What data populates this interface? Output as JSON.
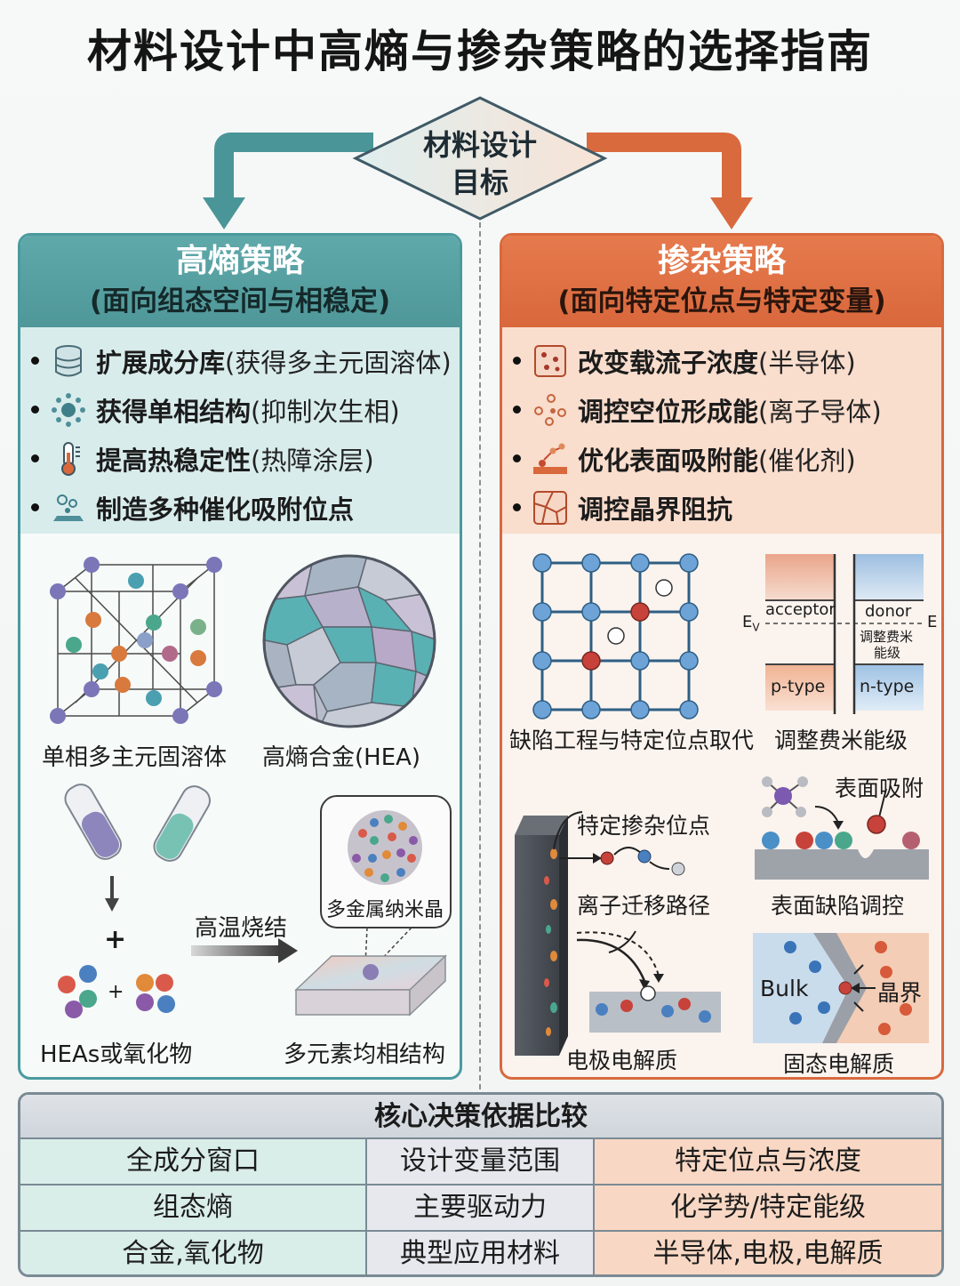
{
  "title": "材料设计中高熵与掺杂策略的选择指南",
  "goal": {
    "line1": "材料设计",
    "line2": "目标"
  },
  "colors": {
    "teal": "#4f9799",
    "orange": "#d9683c",
    "teal_light": "#d9ecec",
    "orange_light": "#f9ddcd"
  },
  "left": {
    "heading": "高熵策略",
    "subheading": "(面向组态空间与相稳定)",
    "bullets": [
      {
        "icon": "database-icon",
        "bold": "扩展成分库",
        "note": "(获得多主元固溶体)"
      },
      {
        "icon": "atom-cluster-icon",
        "bold": "获得单相结构",
        "note": "(抑制次生相)"
      },
      {
        "icon": "thermometer-icon",
        "bold": "提高热稳定性",
        "note": "(热障涂层)"
      },
      {
        "icon": "catalyst-icon",
        "bold": "制造多种催化吸附位点",
        "note": ""
      }
    ],
    "captions": {
      "solid_solution": "单相多主元固溶体",
      "hea": "高熵合金(HEA)",
      "nanocrystal": "多金属纳米晶",
      "sintering": "高温烧结",
      "plus": "+",
      "plus_small": "+",
      "heas_oxides": "HEAs或氧化物",
      "uniform_phase": "多元素均相结构"
    }
  },
  "right": {
    "heading": "掺杂策略",
    "subheading": "(面向特定位点与特定变量)",
    "bullets": [
      {
        "icon": "carrier-concentration-icon",
        "bold": "改变载流子浓度",
        "note": "(半导体)"
      },
      {
        "icon": "vacancy-icon",
        "bold": "调控空位形成能",
        "note": "(离子导体)"
      },
      {
        "icon": "adsorption-icon",
        "bold": "优化表面吸附能",
        "note": "(催化剂)"
      },
      {
        "icon": "grain-boundary-icon",
        "bold": "调控晶界阻抗",
        "note": ""
      }
    ],
    "captions": {
      "defect": "缺陷工程与特定位点取代",
      "fermi": "调整费米能级",
      "acceptor": "acceptor",
      "donor": "donor",
      "ev": "E",
      "ev_sub": "V",
      "e_right": "E",
      "fermi_small1": "调整费米",
      "fermi_small2": "能级",
      "ptype": "p-type",
      "ntype": "n-type",
      "specific_site": "特定掺杂位点",
      "ion_path": "离子迁移路径",
      "electrode": "电极电解质",
      "surface_ads": "表面吸附",
      "surface_defect": "表面缺陷调控",
      "bulk": "Bulk",
      "grain_boundary": "晶界",
      "solid_electrolyte": "固态电解质"
    }
  },
  "table": {
    "header": "核心决策依据比较",
    "rows": [
      {
        "left": "全成分窗口",
        "mid": "设计变量范围",
        "right": "特定位点与浓度"
      },
      {
        "left": "组态熵",
        "mid": "主要驱动力",
        "right": "化学势/特定能级"
      },
      {
        "left": "合金,氧化物",
        "mid": "典型应用材料",
        "right": "半导体,电极,电解质"
      }
    ]
  }
}
